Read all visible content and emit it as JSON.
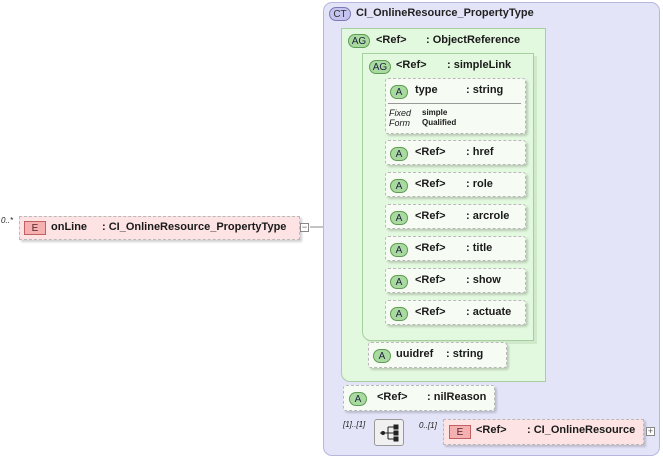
{
  "complex_type": {
    "badge": "CT",
    "title": "CI_OnlineResource_PropertyType"
  },
  "root_element": {
    "occurs": "0..*",
    "badge": "E",
    "name": "onLine",
    "type": ": CI_OnlineResource_PropertyType",
    "expander": "−"
  },
  "ag_object_reference": {
    "badge": "AG",
    "ref": "<Ref>",
    "type": ": ObjectReference"
  },
  "ag_simple_link": {
    "badge": "AG",
    "ref": "<Ref>",
    "type": ": simpleLink"
  },
  "type_attr": {
    "badge": "A",
    "name": "type",
    "type": ": string",
    "fixed_label": "Fixed",
    "fixed_value": "simple",
    "form_label": "Form",
    "form_value": "Qualified"
  },
  "link_attrs": [
    {
      "badge": "A",
      "ref": "<Ref>",
      "type": ": href"
    },
    {
      "badge": "A",
      "ref": "<Ref>",
      "type": ": role"
    },
    {
      "badge": "A",
      "ref": "<Ref>",
      "type": ": arcrole"
    },
    {
      "badge": "A",
      "ref": "<Ref>",
      "type": ": title"
    },
    {
      "badge": "A",
      "ref": "<Ref>",
      "type": ": show"
    },
    {
      "badge": "A",
      "ref": "<Ref>",
      "type": ": actuate"
    }
  ],
  "uuidref_attr": {
    "badge": "A",
    "name": "uuidref",
    "type": ": string"
  },
  "nilreason_attr": {
    "badge": "A",
    "ref": "<Ref>",
    "type": ": nilReason"
  },
  "sequence": {
    "occurs": "[1]..[1]",
    "icon": "sequence-compositor"
  },
  "child_element": {
    "occurs": "0..[1]",
    "badge": "E",
    "ref": "<Ref>",
    "type": ": CI_OnlineResource",
    "expander": "+"
  }
}
